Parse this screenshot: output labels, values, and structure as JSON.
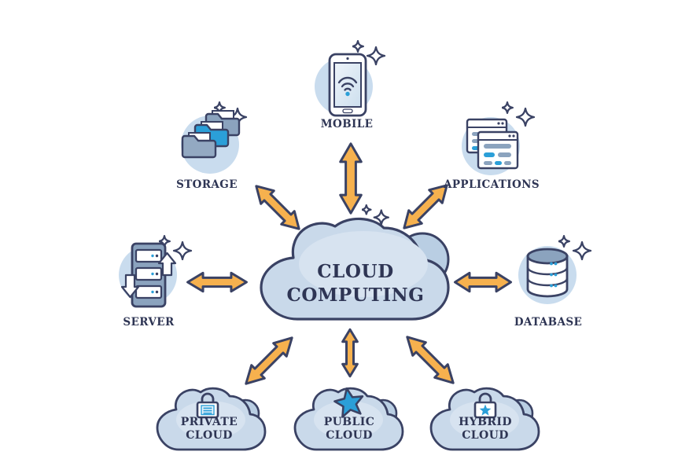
{
  "diagram": {
    "center": {
      "line1": "CLOUD",
      "line2": "COMPUTING"
    },
    "nodes": {
      "mobile": {
        "label": "MOBILE",
        "icon": "smartphone-wifi-icon"
      },
      "storage": {
        "label": "STORAGE",
        "icon": "folders-icon"
      },
      "applications": {
        "label": "APPLICATIONS",
        "icon": "app-windows-icon"
      },
      "server": {
        "label": "SERVER",
        "icon": "server-rack-icon"
      },
      "database": {
        "label": "DATABASE",
        "icon": "database-cylinder-icon"
      }
    },
    "clouds": {
      "private": {
        "line1": "PRIVATE",
        "line2": "CLOUD",
        "icon": "lock-icon"
      },
      "public": {
        "line1": "PUBLIC",
        "line2": "CLOUD",
        "icon": "star-icon"
      },
      "hybrid": {
        "line1": "HYBRID",
        "line2": "CLOUD",
        "icon": "lock-star-icon"
      }
    },
    "edges": [
      {
        "from": "cloud-computing",
        "to": "mobile"
      },
      {
        "from": "cloud-computing",
        "to": "storage"
      },
      {
        "from": "cloud-computing",
        "to": "applications"
      },
      {
        "from": "cloud-computing",
        "to": "server"
      },
      {
        "from": "cloud-computing",
        "to": "database"
      },
      {
        "from": "cloud-computing",
        "to": "private-cloud"
      },
      {
        "from": "cloud-computing",
        "to": "public-cloud"
      },
      {
        "from": "cloud-computing",
        "to": "hybrid-cloud"
      }
    ],
    "colors": {
      "outline_navy": "#3a4264",
      "text_navy": "#2e3554",
      "arrow_orange": "#f6b14e",
      "accent_blue": "#2b9fd8",
      "steel_blue": "#8ba3be",
      "cloud_fill": "#c9d9ea",
      "cloud_bump": "#b9cee3",
      "node_circle_bg": "#c9dcee",
      "background": "#ffffff"
    }
  }
}
